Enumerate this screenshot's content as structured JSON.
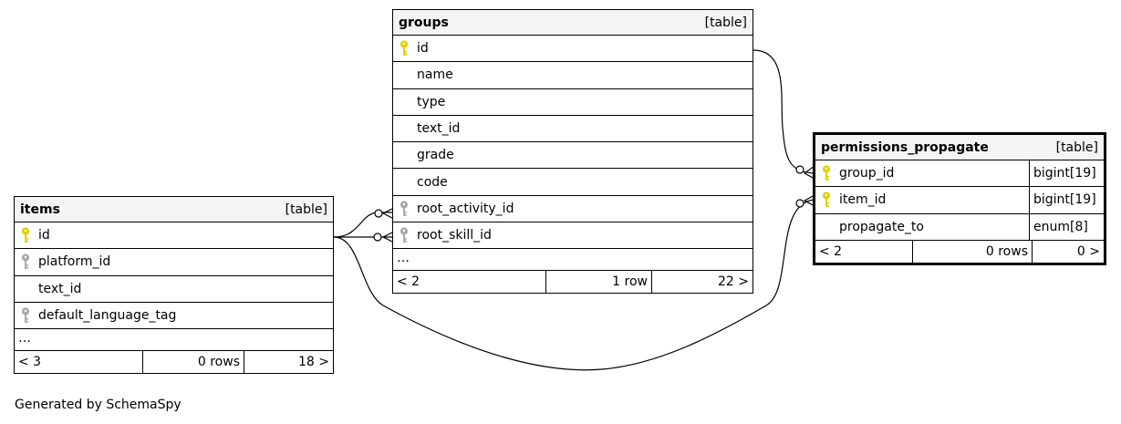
{
  "tables": {
    "groups": {
      "name": "groups",
      "type": "[table]",
      "columns": [
        {
          "name": "id",
          "key": "primary"
        },
        {
          "name": "name",
          "key": "none"
        },
        {
          "name": "type",
          "key": "none"
        },
        {
          "name": "text_id",
          "key": "none"
        },
        {
          "name": "grade",
          "key": "none"
        },
        {
          "name": "code",
          "key": "none"
        },
        {
          "name": "root_activity_id",
          "key": "foreign"
        },
        {
          "name": "root_skill_id",
          "key": "foreign"
        }
      ],
      "ellipsis": "…",
      "footer": {
        "parents": "< 2",
        "rows": "1 row",
        "children": "22 >"
      }
    },
    "items": {
      "name": "items",
      "type": "[table]",
      "columns": [
        {
          "name": "id",
          "key": "primary"
        },
        {
          "name": "platform_id",
          "key": "foreign"
        },
        {
          "name": "text_id",
          "key": "none"
        },
        {
          "name": "default_language_tag",
          "key": "foreign"
        }
      ],
      "ellipsis": "…",
      "footer": {
        "parents": "< 3",
        "rows": "0 rows",
        "children": "18 >"
      }
    },
    "permissions_propagate": {
      "name": "permissions_propagate",
      "type": "[table]",
      "columns": [
        {
          "name": "group_id",
          "key": "primary",
          "datatype": "bigint[19]"
        },
        {
          "name": "item_id",
          "key": "primary",
          "datatype": "bigint[19]"
        },
        {
          "name": "propagate_to",
          "key": "none",
          "datatype": "enum[8]"
        }
      ],
      "footer": {
        "parents": "< 2",
        "rows": "0 rows",
        "children": "0 >"
      }
    }
  },
  "generator": "Generated by SchemaSpy",
  "colors": {
    "primary_key": "#e0d000",
    "foreign_key": "#aaaaaa",
    "header_bg": "#f4f4f4"
  },
  "icons": {
    "primary_key": "key-icon",
    "foreign_key": "key-icon"
  }
}
